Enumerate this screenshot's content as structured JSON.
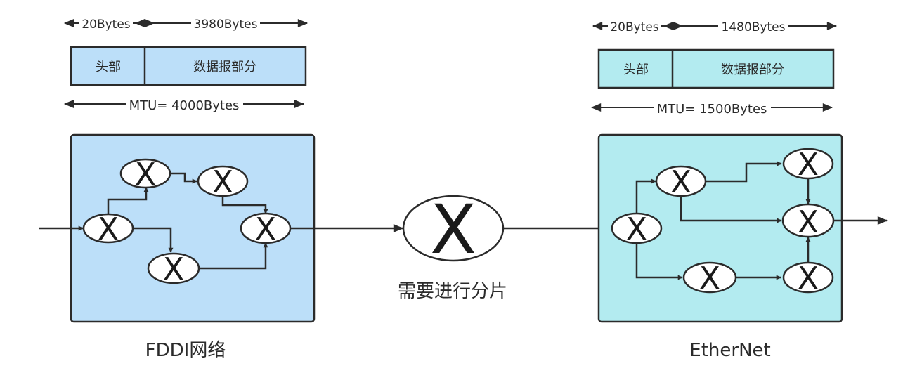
{
  "left": {
    "header_bytes": "20Bytes",
    "payload_bytes": "3980Bytes",
    "header_label": "头部",
    "payload_label": "数据报部分",
    "mtu": "MTU= 4000Bytes",
    "network_name": "FDDI网络",
    "fill_color": "#bcdff9"
  },
  "right": {
    "header_bytes": "20Bytes",
    "payload_bytes": "1480Bytes",
    "header_label": "头部",
    "payload_label": "数据报部分",
    "mtu": "MTU= 1500Bytes",
    "network_name": "EtherNet",
    "fill_color": "#b3ebf0"
  },
  "middle": {
    "router_label": "需要进行分片"
  },
  "node_symbol": "X"
}
